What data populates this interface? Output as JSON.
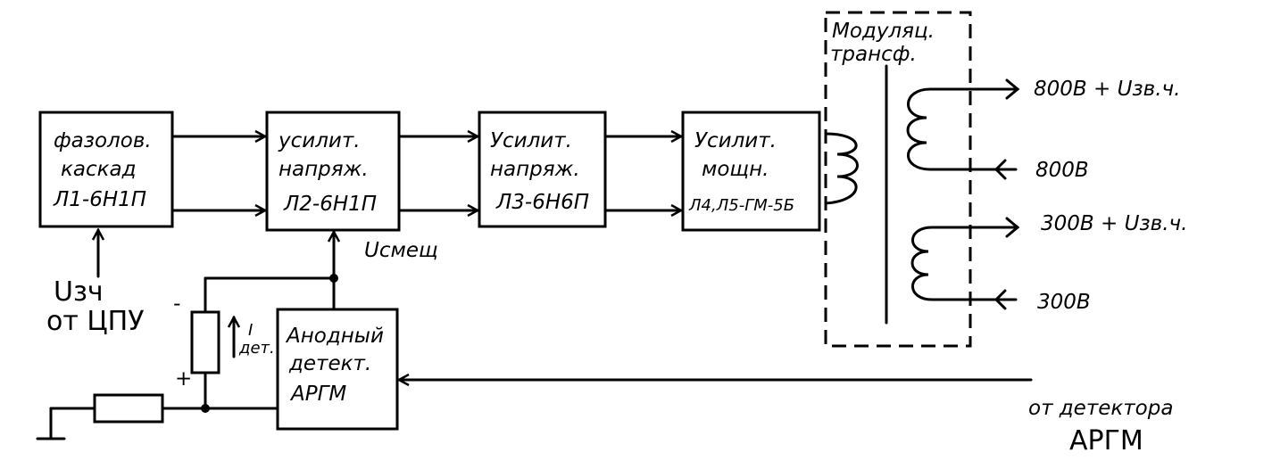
{
  "blocks": {
    "phase": {
      "lines": [
        "фазолов.",
        "каскад",
        "Л1-6Н1П"
      ]
    },
    "amp1": {
      "lines": [
        "усилит.",
        "напряж.",
        "Л2-6Н1П"
      ]
    },
    "amp2": {
      "lines": [
        "Усилит.",
        "напряж.",
        "Л3-6Н6П"
      ]
    },
    "power": {
      "lines": [
        "Усилит.",
        "мощн.",
        "Л4,Л5-ГМ-5Б"
      ]
    },
    "detector": {
      "lines": [
        "Анодный",
        "детект.",
        "АРГМ"
      ]
    }
  },
  "transformer": {
    "lines": [
      "Модуляц.",
      "трансф."
    ]
  },
  "outputs": [
    "800В + Uзв.ч.",
    "800В",
    "300В + Uзв.ч.",
    "300В"
  ],
  "labels": {
    "bias": "Uсмещ",
    "input_main": "Uзч",
    "input_from": "от ЦПУ",
    "current": "I",
    "current_sub": "дет.",
    "minus": "-",
    "plus": "+",
    "from_detector": "от детектора",
    "argm": "АРГМ"
  }
}
